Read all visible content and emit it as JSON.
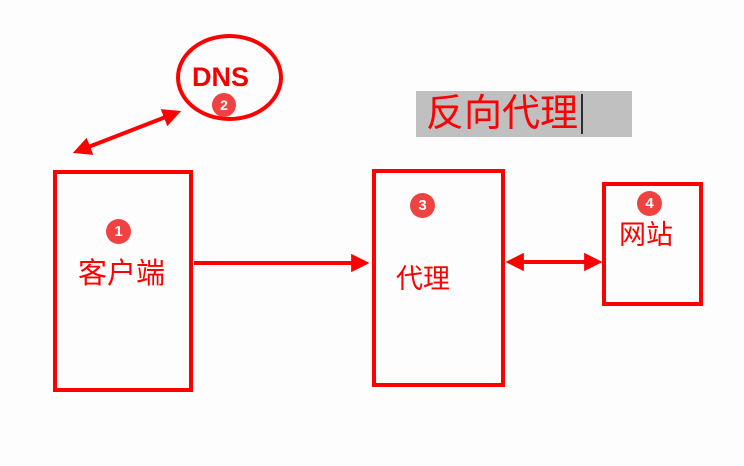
{
  "title": {
    "text": "反向代理"
  },
  "nodes": {
    "dns": {
      "label": "DNS",
      "badge": "2",
      "shape": "ellipse"
    },
    "client": {
      "label": "客户端",
      "badge": "1",
      "shape": "rect"
    },
    "proxy": {
      "label": "代理",
      "badge": "3",
      "shape": "rect"
    },
    "website": {
      "label": "网站",
      "badge": "4",
      "shape": "rect"
    }
  },
  "edges": [
    {
      "from": "client",
      "to": "dns",
      "arrows": "both"
    },
    {
      "from": "client",
      "to": "proxy",
      "arrows": "forward"
    },
    {
      "from": "proxy",
      "to": "website",
      "arrows": "both"
    }
  ],
  "colors": {
    "stroke_red": "#fe0000",
    "badge_red": "#f04341",
    "label_red": "#fe0000",
    "title_highlight_gray": "#c0c0c0",
    "cursor_dark": "#2e2e2e",
    "background": "#fdfdfd"
  }
}
